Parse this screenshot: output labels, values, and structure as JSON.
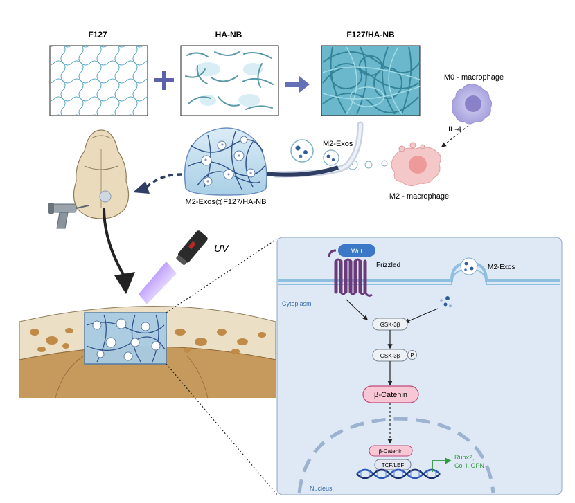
{
  "panels": {
    "f127_label": "F127",
    "hanb_label": "HA-NB",
    "composite_label": "F127/HA-NB",
    "plus_symbol": "+"
  },
  "cells": {
    "m0_label": "M0 - macrophage",
    "il4_label": "IL-4",
    "m2_label": "M2 - macrophage",
    "exos_label": "M2-Exos"
  },
  "hydrogel": {
    "label": "M2-Exos@F127/HA-NB"
  },
  "uv": {
    "label": "UV"
  },
  "pathway": {
    "wnt": "Wnt",
    "frizzled": "Frizzled",
    "exos": "M2-Exos",
    "cytoplasm": "Cytoplasm",
    "gsk1": "GSK-3β",
    "gsk2": "GSK-3β",
    "phospho": "P",
    "bcatenin": "β-Catenin",
    "bcatenin_nuc": "β-Catenin",
    "tcf": "TCF/LEF",
    "genes_line1": "Runx2,",
    "genes_line2": "Col I, OPN",
    "nucleus": "Nucleus"
  },
  "colors": {
    "grid_line": "#5aa9c4",
    "fiber": "#5a9aa8",
    "composite_bg": "#6bb7cc",
    "plus": "#5c63a8",
    "arrow_dark": "#2f3d63",
    "m0_cell": "#b8b4e4",
    "m2_cell": "#f4c8c8",
    "panel_bg": "#dfe9f6",
    "membrane": "#8fbfe0",
    "receptor": "#6b3a7a",
    "wnt": "#3c78c8",
    "catenin_fill": "#f7c7d6",
    "catenin_stroke": "#c2477a",
    "dna_blue": "#2a56b8",
    "gene_green": "#2e9a3c",
    "bone_outer": "#e8dcc0",
    "bone_inner": "#c79a5a",
    "brain": "#c9a57a"
  }
}
